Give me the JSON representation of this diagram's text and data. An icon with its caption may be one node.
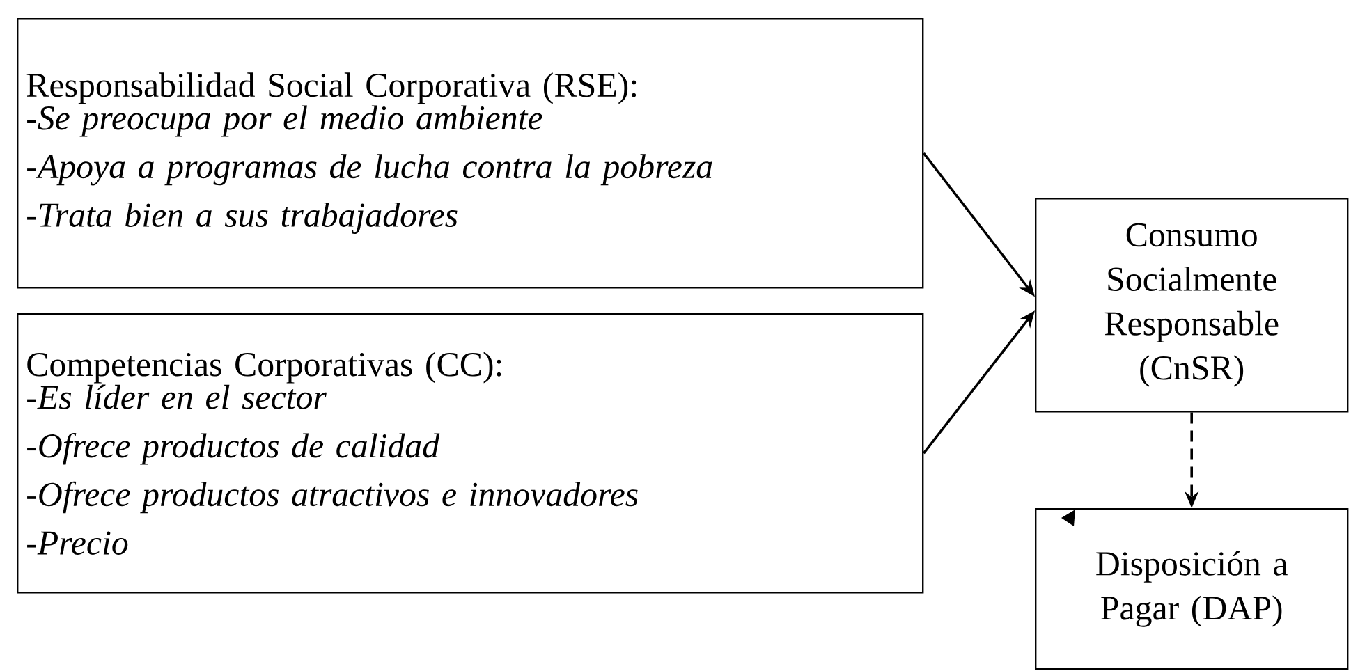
{
  "diagram": {
    "nodes": [
      {
        "text": [
          "Responsabilidad Social Corporativa (RSE):",
          "-Se preocupa por el medio ambiente",
          "-Apoya a programas de lucha contra la pobreza",
          "-Trata bien a sus trabajadores"
        ]
      },
      {
        "text": [
          "Competencias Corporativas (CC):",
          "-Es líder en el sector",
          "-Ofrece productos de calidad",
          "-Ofrece productos atractivos e innovadores",
          "-Precio"
        ]
      },
      {
        "text": [
          "Consumo Socialmente Responsable (CnSR)"
        ]
      },
      {
        "text": [
          "Disposición a Pagar (DAP)"
        ]
      }
    ],
    "edges": [
      {
        "from": 0,
        "to": 2,
        "arrow": "to"
      },
      {
        "from": 1,
        "to": 2,
        "arrow": "to"
      },
      {
        "from": 2,
        "to": 3,
        "arrow": "to",
        "style": "dashed"
      }
    ]
  }
}
